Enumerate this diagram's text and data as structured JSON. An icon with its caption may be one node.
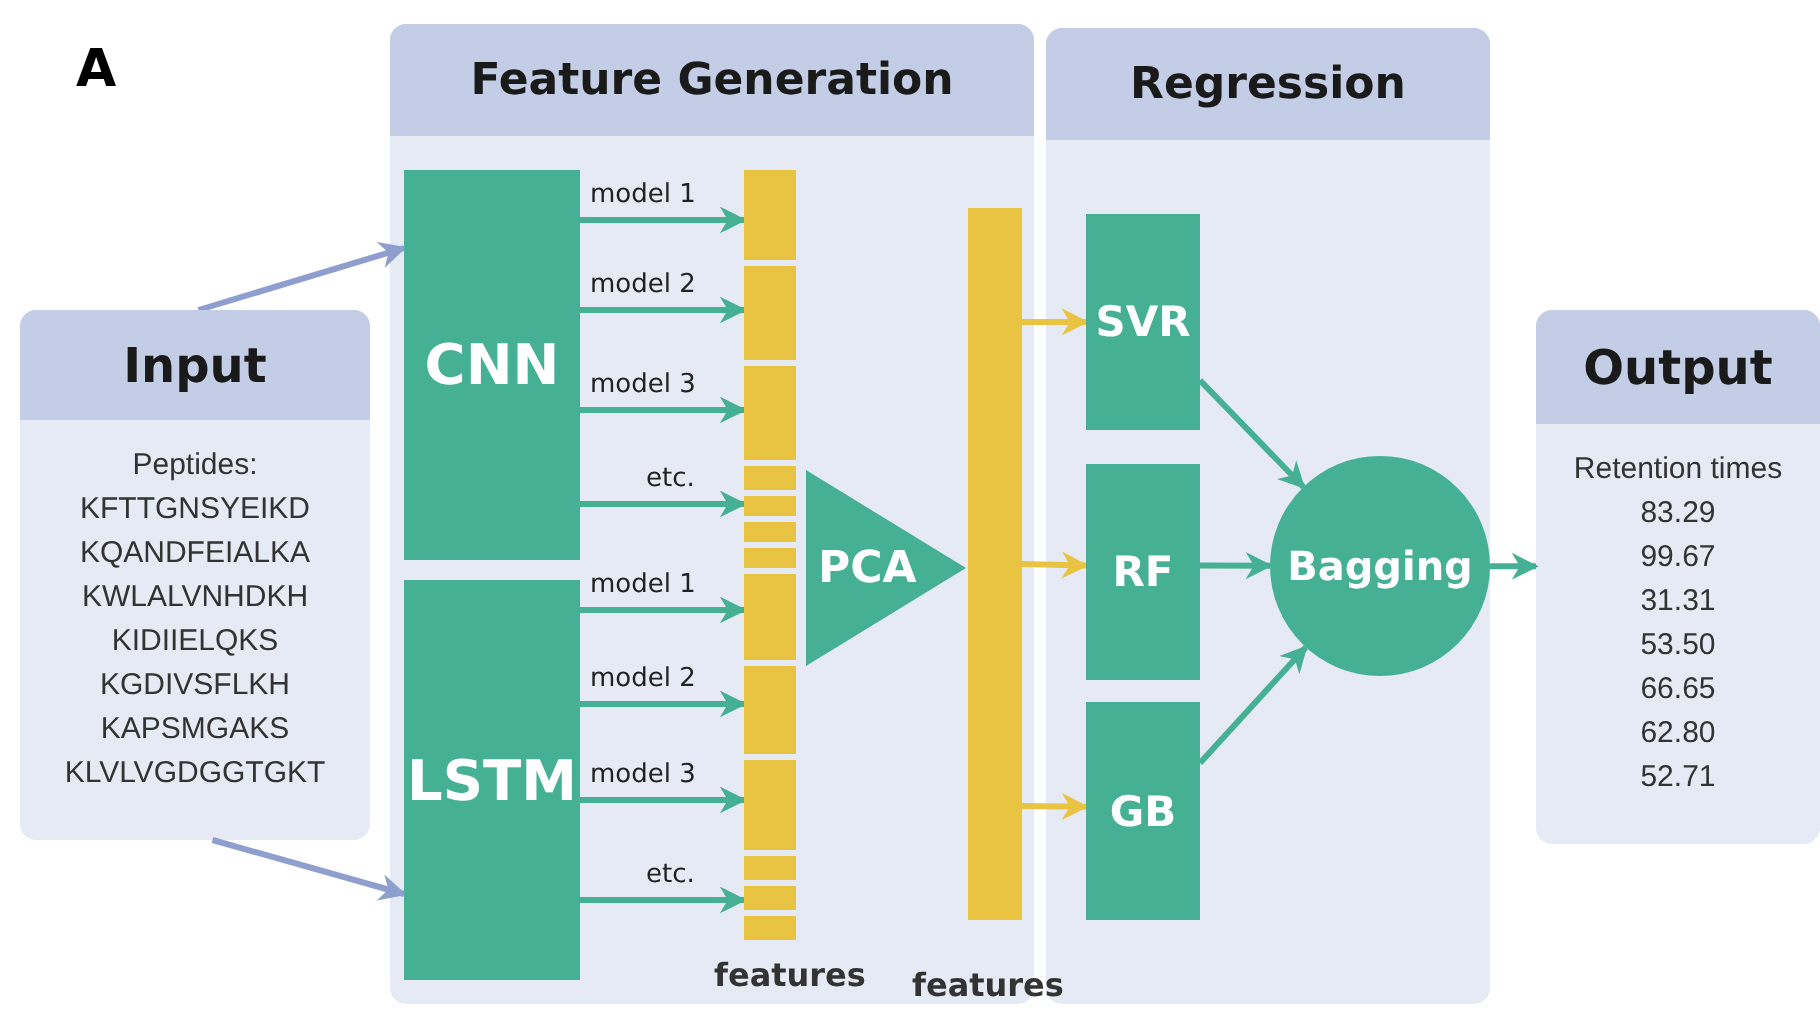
{
  "diagram": {
    "nodes": [
      {
        "text": [
          "Input",
          "Peptides:",
          "KFTTGNSYEIKD",
          "KQANDFEIALKA",
          "KWLALVNHDKH",
          "KIDIIELQKS",
          "KGDIVSFLKH",
          "KAPSMGAKS",
          "KLVLVGDGGTGKT"
        ]
      },
      {
        "text": [
          "Feature Generation"
        ]
      },
      {
        "text": [
          "CNN"
        ],
        "in": 1
      },
      {
        "text": [
          "LSTM"
        ],
        "in": 1
      },
      {
        "text": [],
        "shape": "bar",
        "in": 1,
        "beside": [
          "features"
        ]
      },
      {
        "text": [
          "PCA"
        ],
        "in": 1
      },
      {
        "text": [],
        "shape": "bar",
        "in": 1,
        "beside": [
          "features"
        ]
      },
      {
        "text": [
          "Regression"
        ]
      },
      {
        "text": [
          "SVR"
        ],
        "in": 7
      },
      {
        "text": [
          "RF"
        ],
        "in": 7
      },
      {
        "text": [
          "GB"
        ],
        "in": 7
      },
      {
        "text": [
          "Bagging"
        ],
        "in": 7
      },
      {
        "text": [
          "Output",
          "Retention times",
          "83.29",
          "99.67",
          "31.31",
          "53.50",
          "66.65",
          "62.80",
          "52.71"
        ]
      }
    ],
    "edges": [
      {
        "from": 0,
        "to": 2,
        "arrow": "to",
        "color": "#8e9fcf"
      },
      {
        "from": 0,
        "to": 3,
        "arrow": "to",
        "color": "#8e9fcf"
      },
      {
        "from": 2,
        "to": 4,
        "arrow": "to",
        "label": "model 1"
      },
      {
        "from": 2,
        "to": 4,
        "arrow": "to",
        "label": "model 2"
      },
      {
        "from": 2,
        "to": 4,
        "arrow": "to",
        "label": "model 3"
      },
      {
        "from": 2,
        "to": 4,
        "arrow": "to",
        "label": "etc."
      },
      {
        "from": 3,
        "to": 4,
        "arrow": "to",
        "label": "model 1"
      },
      {
        "from": 3,
        "to": 4,
        "arrow": "to",
        "label": "model 2"
      },
      {
        "from": 3,
        "to": 4,
        "arrow": "to",
        "label": "model 3"
      },
      {
        "from": 3,
        "to": 4,
        "arrow": "to",
        "label": "etc."
      },
      {
        "from": 6,
        "to": 8,
        "arrow": "to",
        "color": "#e9c443"
      },
      {
        "from": 6,
        "to": 9,
        "arrow": "to",
        "color": "#e9c443"
      },
      {
        "from": 6,
        "to": 10,
        "arrow": "to",
        "color": "#e9c443"
      },
      {
        "from": 8,
        "to": 11,
        "arrow": "to"
      },
      {
        "from": 9,
        "to": 11,
        "arrow": "to"
      },
      {
        "from": 10,
        "to": 11,
        "arrow": "to"
      },
      {
        "from": 11,
        "to": 12,
        "arrow": "to"
      }
    ],
    "labels": [
      "A"
    ]
  }
}
